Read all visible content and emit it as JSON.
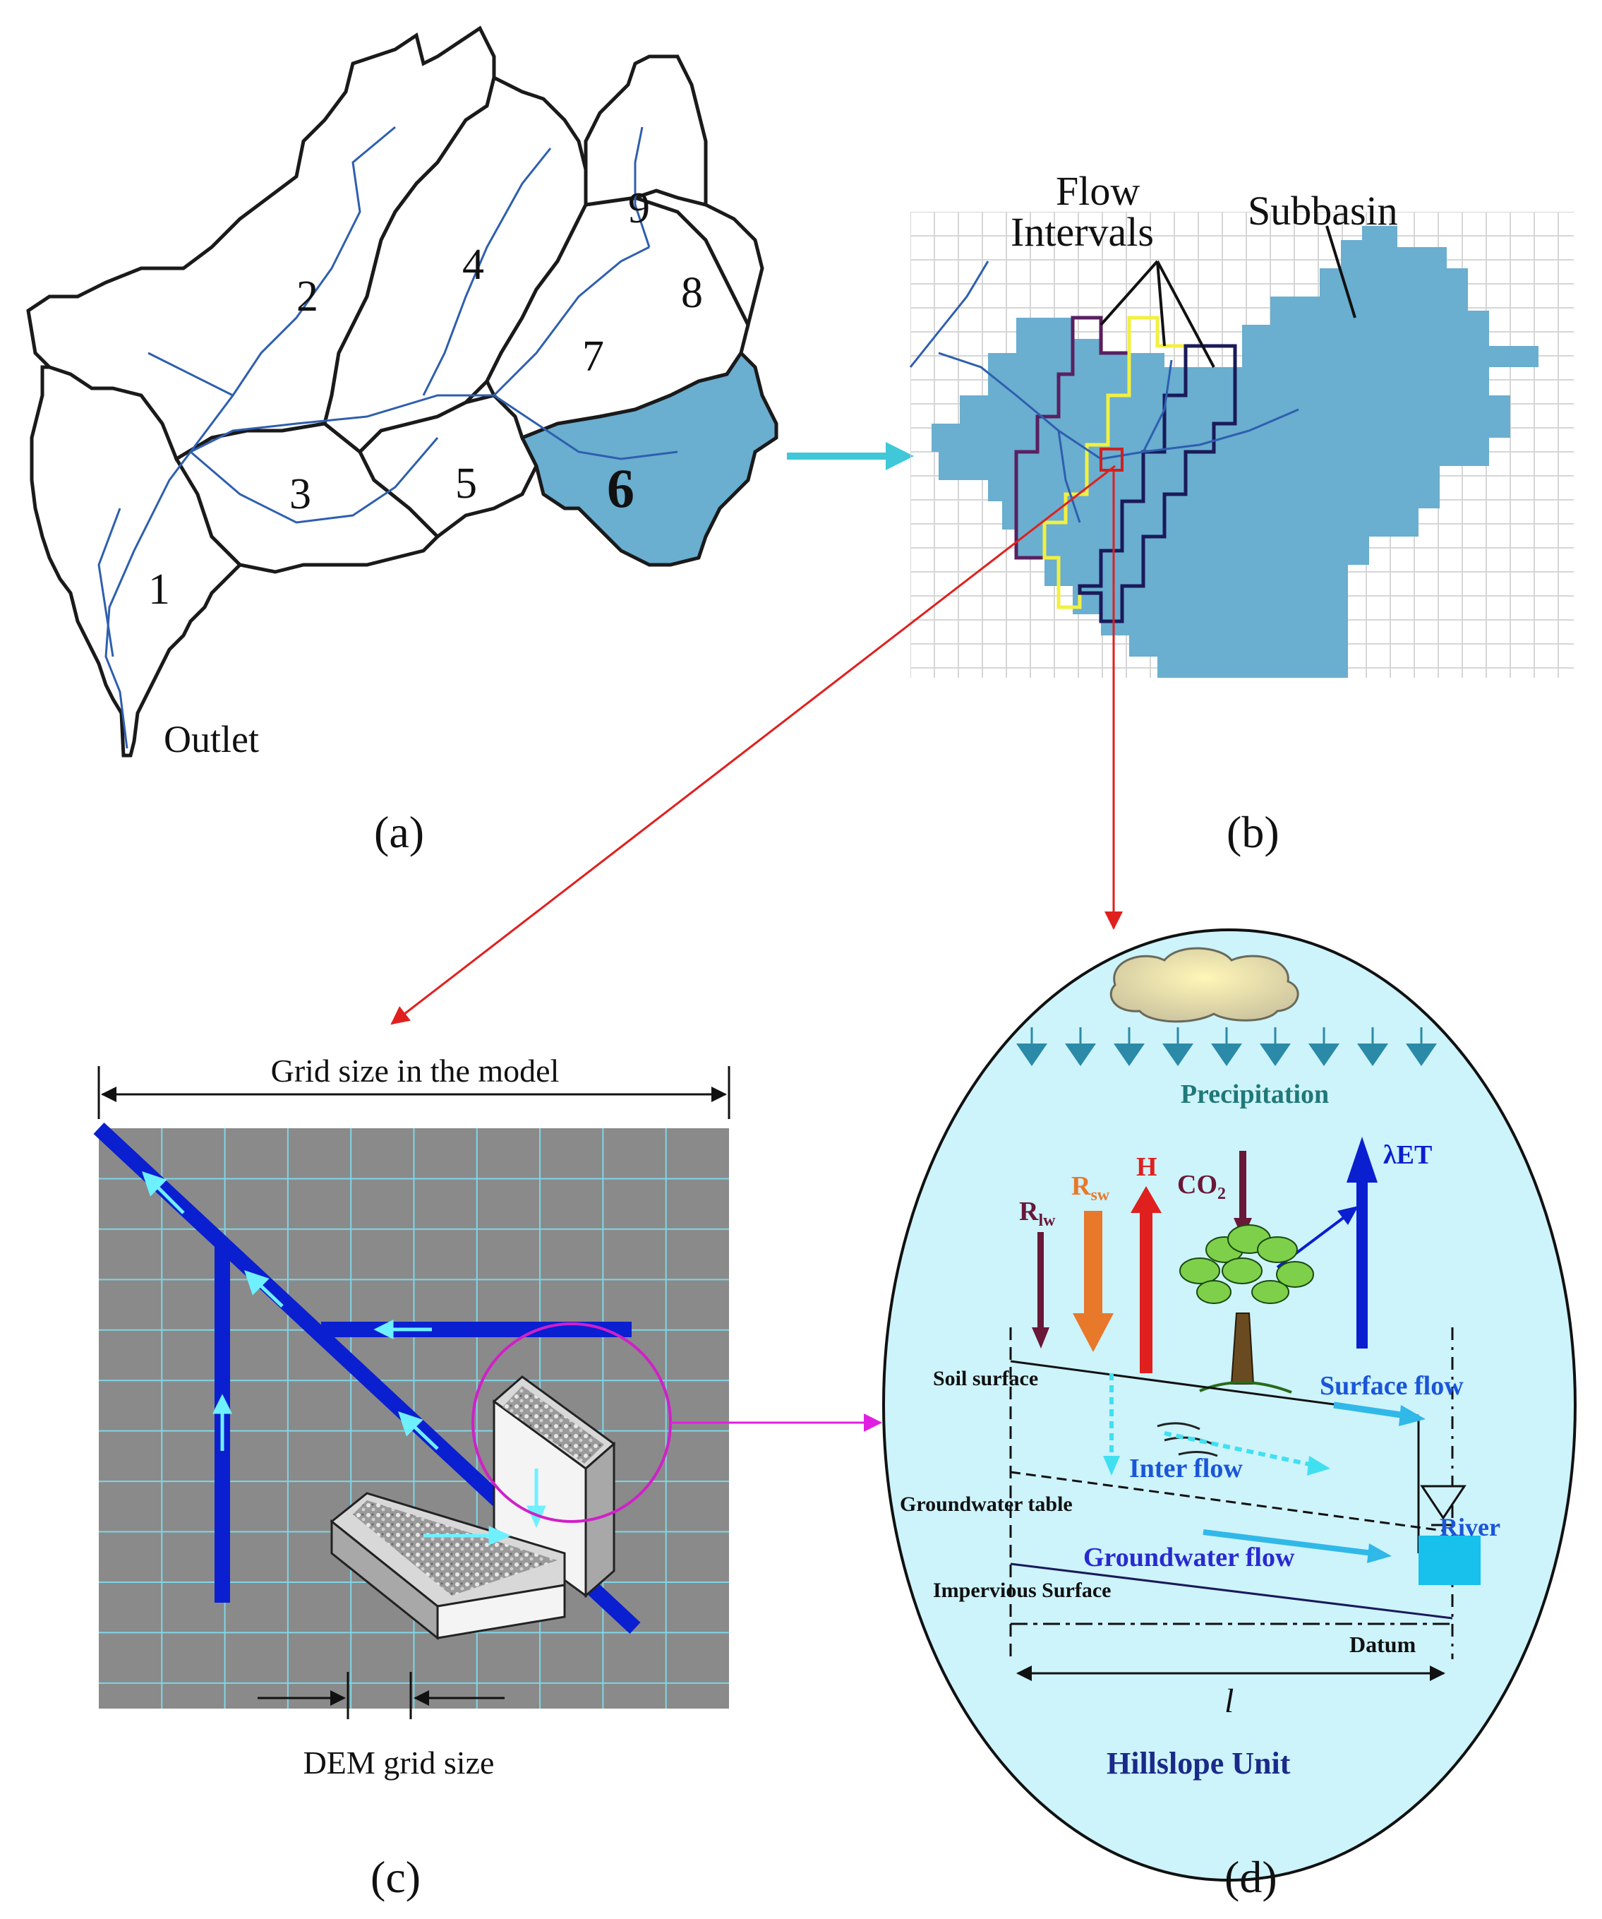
{
  "panel_a": {
    "subbasins": [
      "1",
      "2",
      "3",
      "4",
      "5",
      "6",
      "7",
      "8",
      "9"
    ],
    "outlet": "Outlet",
    "caption": "(a)"
  },
  "panel_b": {
    "flow_intervals_line1": "Flow",
    "flow_intervals_line2": "Intervals",
    "subbasin": "Subbasin",
    "caption": "(b)"
  },
  "panel_c": {
    "grid_size_model": "Grid size in the model",
    "dem_grid_size": "DEM grid size",
    "caption": "(c)"
  },
  "panel_d": {
    "precipitation": "Precipitation",
    "r_lw": "R",
    "r_lw_sub": "lw",
    "r_sw": "R",
    "r_sw_sub": "sw",
    "h": "H",
    "co2": "CO",
    "co2_sub": "2",
    "let": "λET",
    "soil_surface": "Soil surface",
    "surface_flow": "Surface flow",
    "inter_flow": "Inter flow",
    "groundwater_table": "Groundwater table",
    "river": "River",
    "groundwater_flow": "Groundwater flow",
    "impervious_surface": "Impervious Surface",
    "datum": "Datum",
    "length": "l",
    "hillslope_unit": "Hillslope Unit",
    "caption": "(d)"
  },
  "colors": {
    "subbasin_fill": "#6aaed0",
    "river_line": "#2e5fae",
    "grid_gray": "#8a8a8a",
    "grid_line": "#7fd6e6",
    "channel_blue": "#0a1fd0",
    "ellipse_fill": "#cdf3fb",
    "link_red": "#e0201e",
    "link_magenta": "#e020e0",
    "link_cyan": "#40c8d8"
  }
}
